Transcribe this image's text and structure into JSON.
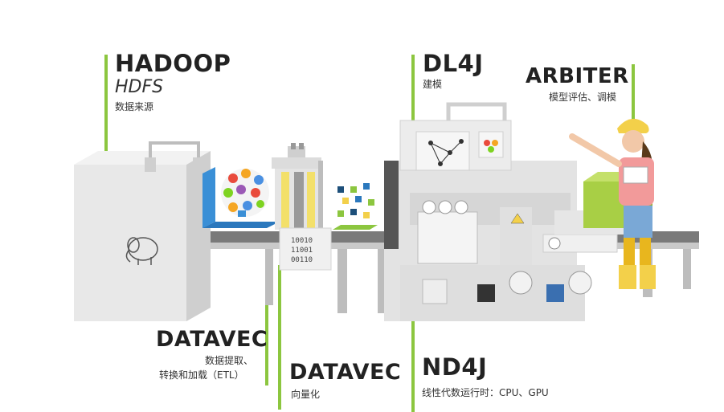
{
  "labels": {
    "hadoop": {
      "title": "HADOOP",
      "italic": "HDFS",
      "sub": "数据来源"
    },
    "dl4j": {
      "title": "DL4J",
      "sub": "建模"
    },
    "arbiter": {
      "title": "ARBITER",
      "sub": "模型评估、调模"
    },
    "datavec_etl": {
      "title": "DATAVEC",
      "sub1": "数据提取、",
      "sub2": "转换和加载（ETL）"
    },
    "datavec_vec": {
      "title": "DATAVEC",
      "sub": "向量化"
    },
    "nd4j": {
      "title": "ND4J",
      "sub": "线性代数运行时：CPU、GPU"
    }
  },
  "binary": [
    "10010",
    "11001",
    "00110"
  ],
  "colors": {
    "accent": "#8cc63f",
    "machine": "#e6e6e6",
    "belt": "#7a7a7a"
  }
}
